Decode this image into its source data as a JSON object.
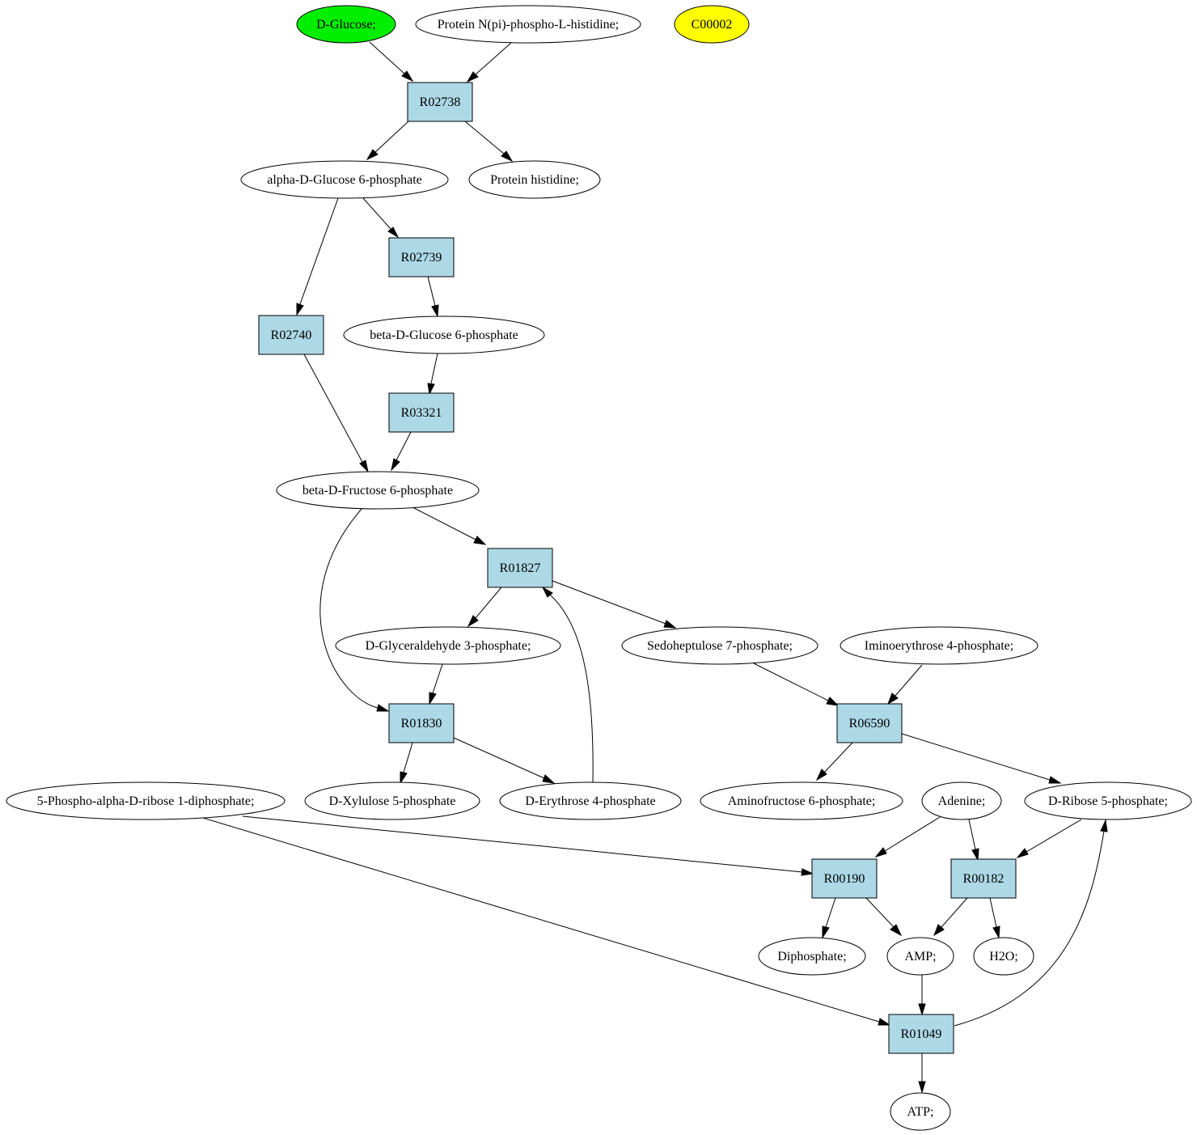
{
  "colors": {
    "reaction_fill": "#add8e6",
    "compound_fill": "#ffffff",
    "highlight_green": "#00ee00",
    "highlight_yellow": "#ffff00",
    "stroke": "#000000"
  },
  "compounds": [
    {
      "id": "d-glucose",
      "label": "D-Glucose;",
      "fill": "#00ee00"
    },
    {
      "id": "protein-phospho-histidine",
      "label": "Protein N(pi)-phospho-L-histidine;"
    },
    {
      "id": "c00002",
      "label": "C00002",
      "fill": "#ffff00"
    },
    {
      "id": "alpha-d-glucose-6p",
      "label": "alpha-D-Glucose 6-phosphate"
    },
    {
      "id": "protein-histidine",
      "label": "Protein histidine;"
    },
    {
      "id": "beta-d-glucose-6p",
      "label": "beta-D-Glucose 6-phosphate"
    },
    {
      "id": "beta-d-fructose-6p",
      "label": "beta-D-Fructose 6-phosphate"
    },
    {
      "id": "d-glyceraldehyde-3p",
      "label": "D-Glyceraldehyde 3-phosphate;"
    },
    {
      "id": "sedoheptulose-7p",
      "label": "Sedoheptulose 7-phosphate;"
    },
    {
      "id": "iminoerythrose-4p",
      "label": "Iminoerythrose 4-phosphate;"
    },
    {
      "id": "prpp",
      "label": "5-Phospho-alpha-D-ribose 1-diphosphate;"
    },
    {
      "id": "d-xylulose-5p",
      "label": "D-Xylulose 5-phosphate"
    },
    {
      "id": "d-erythrose-4p",
      "label": "D-Erythrose 4-phosphate"
    },
    {
      "id": "aminofructose-6p",
      "label": "Aminofructose 6-phosphate;"
    },
    {
      "id": "adenine",
      "label": "Adenine;"
    },
    {
      "id": "d-ribose-5p",
      "label": "D-Ribose 5-phosphate;"
    },
    {
      "id": "diphosphate",
      "label": "Diphosphate;"
    },
    {
      "id": "amp",
      "label": "AMP;"
    },
    {
      "id": "h2o",
      "label": "H2O;"
    },
    {
      "id": "atp",
      "label": "ATP;"
    }
  ],
  "reactions": [
    {
      "id": "R02738",
      "label": "R02738"
    },
    {
      "id": "R02739",
      "label": "R02739"
    },
    {
      "id": "R02740",
      "label": "R02740"
    },
    {
      "id": "R03321",
      "label": "R03321"
    },
    {
      "id": "R01827",
      "label": "R01827"
    },
    {
      "id": "R01830",
      "label": "R01830"
    },
    {
      "id": "R06590",
      "label": "R06590"
    },
    {
      "id": "R00190",
      "label": "R00190"
    },
    {
      "id": "R00182",
      "label": "R00182"
    },
    {
      "id": "R01049",
      "label": "R01049"
    }
  ],
  "edges": [
    {
      "from": "d-glucose",
      "to": "R02738"
    },
    {
      "from": "protein-phospho-histidine",
      "to": "R02738"
    },
    {
      "from": "R02738",
      "to": "alpha-d-glucose-6p"
    },
    {
      "from": "R02738",
      "to": "protein-histidine"
    },
    {
      "from": "alpha-d-glucose-6p",
      "to": "R02739"
    },
    {
      "from": "alpha-d-glucose-6p",
      "to": "R02740"
    },
    {
      "from": "R02739",
      "to": "beta-d-glucose-6p"
    },
    {
      "from": "beta-d-glucose-6p",
      "to": "R03321"
    },
    {
      "from": "R02740",
      "to": "beta-d-fructose-6p"
    },
    {
      "from": "R03321",
      "to": "beta-d-fructose-6p"
    },
    {
      "from": "beta-d-fructose-6p",
      "to": "R01827"
    },
    {
      "from": "beta-d-fructose-6p",
      "to": "R01830"
    },
    {
      "from": "R01827",
      "to": "d-glyceraldehyde-3p"
    },
    {
      "from": "R01827",
      "to": "sedoheptulose-7p"
    },
    {
      "from": "d-glyceraldehyde-3p",
      "to": "R01830"
    },
    {
      "from": "d-erythrose-4p",
      "to": "R01827"
    },
    {
      "from": "R01830",
      "to": "d-xylulose-5p"
    },
    {
      "from": "R01830",
      "to": "d-erythrose-4p"
    },
    {
      "from": "sedoheptulose-7p",
      "to": "R06590"
    },
    {
      "from": "iminoerythrose-4p",
      "to": "R06590"
    },
    {
      "from": "R06590",
      "to": "aminofructose-6p"
    },
    {
      "from": "R06590",
      "to": "d-ribose-5p"
    },
    {
      "from": "prpp",
      "to": "R00190"
    },
    {
      "from": "prpp",
      "to": "R01049"
    },
    {
      "from": "adenine",
      "to": "R00190"
    },
    {
      "from": "adenine",
      "to": "R00182"
    },
    {
      "from": "d-ribose-5p",
      "to": "R00182"
    },
    {
      "from": "R00190",
      "to": "diphosphate"
    },
    {
      "from": "R00190",
      "to": "amp"
    },
    {
      "from": "R00182",
      "to": "amp"
    },
    {
      "from": "R00182",
      "to": "h2o"
    },
    {
      "from": "amp",
      "to": "R01049"
    },
    {
      "from": "R01049",
      "to": "atp"
    },
    {
      "from": "R01049",
      "to": "d-ribose-5p"
    }
  ]
}
